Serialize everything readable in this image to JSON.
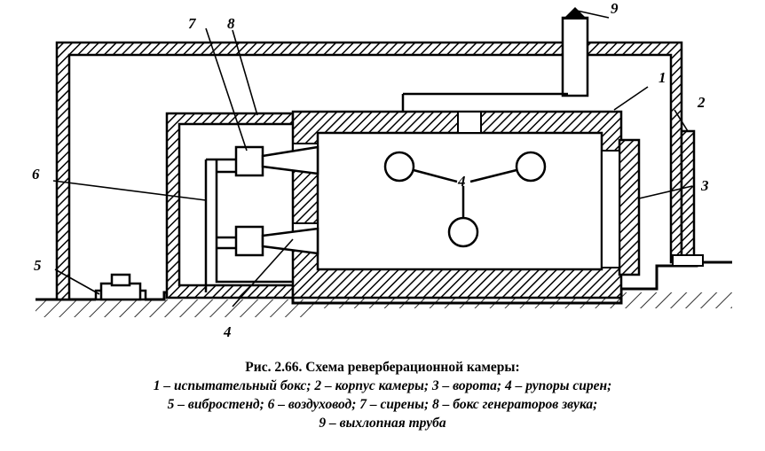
{
  "figure": {
    "callouts": [
      "1",
      "2",
      "3",
      "4",
      "4",
      "5",
      "6",
      "7",
      "8",
      "9"
    ]
  },
  "caption": {
    "title": "Рис. 2.66. Схема реверберационной камеры:",
    "line1": "1 – испытательный бокс; 2 – корпус камеры; 3 – ворота; 4 – рупоры сирен;",
    "line2": "5 – вибростенд; 6 – воздуховод; 7 – сирены; 8 – бокс генераторов звука;",
    "line3": "9 – выхлопная труба"
  }
}
